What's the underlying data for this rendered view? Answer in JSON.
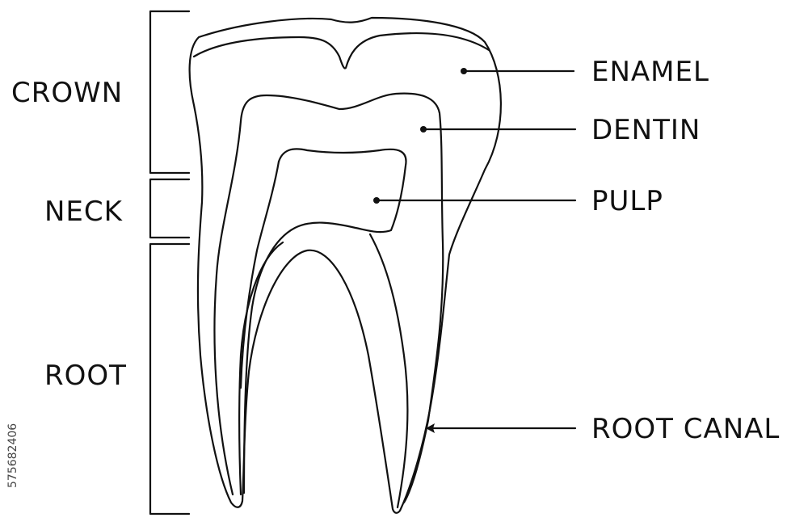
{
  "diagram": {
    "side_labels": {
      "crown": "CROWN",
      "neck": "NECK",
      "root": "ROOT"
    },
    "callouts": {
      "enamel": "ENAMEL",
      "dentin": "DENTIN",
      "pulp": "PULP",
      "root_canal": "ROOT CANAL"
    },
    "stock_id": "575682406",
    "colors": {
      "line": "#111111",
      "background": "#ffffff"
    }
  }
}
